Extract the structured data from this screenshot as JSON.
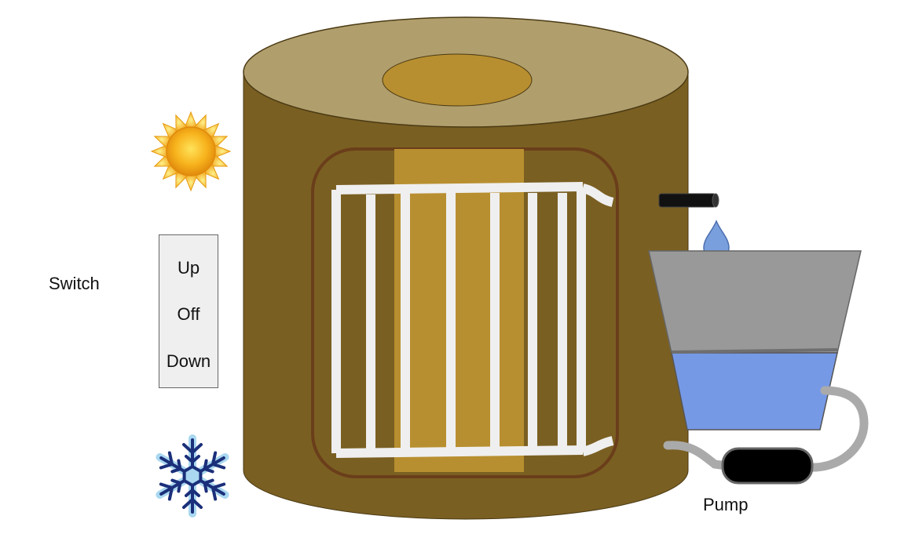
{
  "labels": {
    "switch": "Switch",
    "pump": "Pump"
  },
  "switch_options": [
    "Up",
    "Off",
    "Down"
  ],
  "icons": {
    "heat": "sun-icon",
    "cool": "snowflake-icon",
    "drip": "water-drop-icon"
  },
  "colors": {
    "tank_body": "#7a5f22",
    "tank_top": "#b09e6c",
    "tank_core": "#b88f30",
    "coil": "#efefef",
    "coil_frame": "#6a3e1a",
    "bucket_gray": "#999999",
    "bucket_water": "#7699e6",
    "hose": "#aaaaaa",
    "pump": "#000000",
    "drop": "#7a9fdd"
  }
}
